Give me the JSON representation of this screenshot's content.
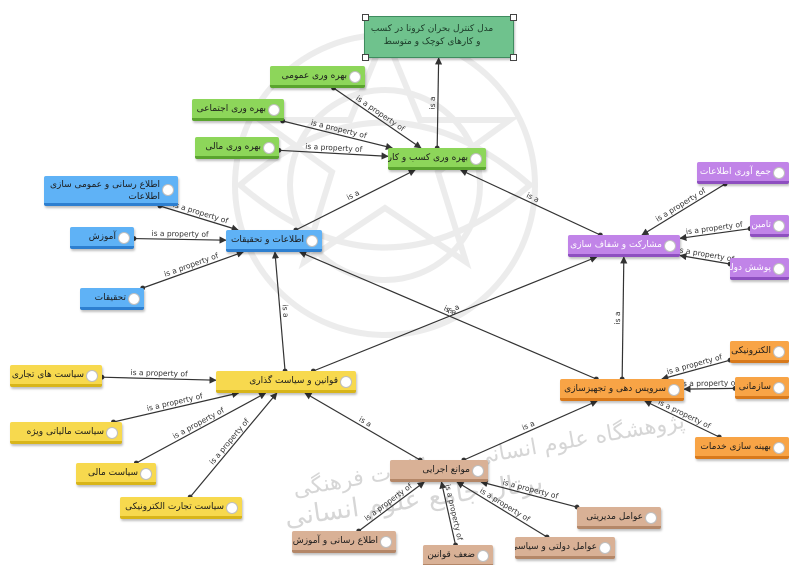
{
  "nodes": [
    {
      "id": "root",
      "label": "مدل کنترل بحران کرونا در کسب و کارهای کوچک و متوسط",
      "color": "top"
    },
    {
      "id": "bp",
      "label": "بهره وری کسب و کار",
      "color": "green"
    },
    {
      "id": "bp1",
      "label": "بهره وری عمومی",
      "color": "green"
    },
    {
      "id": "bp2",
      "label": "بهره وری اجتماعی",
      "color": "green"
    },
    {
      "id": "bp3",
      "label": "بهره وری مالی",
      "color": "green"
    },
    {
      "id": "info",
      "label": "اطلاعات و تحقیقات",
      "color": "blue"
    },
    {
      "id": "info1",
      "label": "اطلاع رسانی و عمومی سازی اطلاعات",
      "color": "blue"
    },
    {
      "id": "info2",
      "label": "آموزش",
      "color": "blue"
    },
    {
      "id": "info3",
      "label": "تحقیقات",
      "color": "blue"
    },
    {
      "id": "part",
      "label": "مشارکت و شفاف سازی",
      "color": "purple"
    },
    {
      "id": "part1",
      "label": "جمع آوری اطلاعات",
      "color": "purple"
    },
    {
      "id": "part2",
      "label": "تامین",
      "color": "purple"
    },
    {
      "id": "part3",
      "label": "پوشش دولتی",
      "color": "purple"
    },
    {
      "id": "policy",
      "label": "قوانین و سیاست گذاری",
      "color": "yellow"
    },
    {
      "id": "pol1",
      "label": "سیاست های تجاری",
      "color": "yellow"
    },
    {
      "id": "pol2",
      "label": "سیاست مالیاتی ویژه",
      "color": "yellow"
    },
    {
      "id": "pol3",
      "label": "سیاست مالی",
      "color": "yellow"
    },
    {
      "id": "pol4",
      "label": "سیاست تجارت الکترونیکی",
      "color": "yellow"
    },
    {
      "id": "serv",
      "label": "سرویس دهی و تجهیزسازی",
      "color": "orange"
    },
    {
      "id": "serv1",
      "label": "الکترونیکی",
      "color": "orange"
    },
    {
      "id": "serv2",
      "label": "سازمانی",
      "color": "orange"
    },
    {
      "id": "serv3",
      "label": "بهینه سازی خدمات",
      "color": "orange"
    },
    {
      "id": "obst",
      "label": "موانع اجرایی",
      "color": "brown"
    },
    {
      "id": "obs1",
      "label": "عوامل مدیریتی",
      "color": "brown"
    },
    {
      "id": "obs2",
      "label": "عوامل دولتی و سیاسی",
      "color": "brown"
    },
    {
      "id": "obs3",
      "label": "ضعف قوانین",
      "color": "brown"
    },
    {
      "id": "obs4",
      "label": "اطلاع رسانی و آموزش",
      "color": "brown"
    }
  ],
  "edges": [
    {
      "from": "bp",
      "to": "root",
      "label": "is a"
    },
    {
      "from": "bp1",
      "to": "bp",
      "label": "is a property of"
    },
    {
      "from": "bp2",
      "to": "bp",
      "label": "is a property of"
    },
    {
      "from": "bp3",
      "to": "bp",
      "label": "is a property of"
    },
    {
      "from": "info",
      "to": "bp",
      "label": "is a"
    },
    {
      "from": "part",
      "to": "bp",
      "label": "is a"
    },
    {
      "from": "info1",
      "to": "info",
      "label": "is a property of"
    },
    {
      "from": "info2",
      "to": "info",
      "label": "is a property of"
    },
    {
      "from": "info3",
      "to": "info",
      "label": "is a property of"
    },
    {
      "from": "part1",
      "to": "part",
      "label": "is a property of"
    },
    {
      "from": "part2",
      "to": "part",
      "label": "is a property of"
    },
    {
      "from": "part3",
      "to": "part",
      "label": "is a property of"
    },
    {
      "from": "policy",
      "to": "info",
      "label": "is a"
    },
    {
      "from": "policy",
      "to": "part",
      "label": "is a"
    },
    {
      "from": "serv",
      "to": "info",
      "label": "is a"
    },
    {
      "from": "serv",
      "to": "part",
      "label": "is a"
    },
    {
      "from": "pol1",
      "to": "policy",
      "label": "is a property of"
    },
    {
      "from": "pol2",
      "to": "policy",
      "label": "is a property of"
    },
    {
      "from": "pol3",
      "to": "policy",
      "label": "is a property of"
    },
    {
      "from": "pol4",
      "to": "policy",
      "label": "is a property of"
    },
    {
      "from": "serv1",
      "to": "serv",
      "label": "is a property of"
    },
    {
      "from": "serv2",
      "to": "serv",
      "label": "is a property of"
    },
    {
      "from": "serv3",
      "to": "serv",
      "label": "is a property of"
    },
    {
      "from": "obst",
      "to": "policy",
      "label": "is a"
    },
    {
      "from": "obst",
      "to": "serv",
      "label": "is a"
    },
    {
      "from": "obs1",
      "to": "obst",
      "label": "is a property of"
    },
    {
      "from": "obs2",
      "to": "obst",
      "label": "is a property of"
    },
    {
      "from": "obs3",
      "to": "obst",
      "label": "is a property of"
    },
    {
      "from": "obs4",
      "to": "obst",
      "label": "is a property of"
    }
  ],
  "watermark": {
    "lines": [
      "پرتال جامع علوم انسانی",
      "پژوهشگاه علوم انسانی و مطالعات فرهنگی"
    ],
    "color": "#cfcfcf"
  },
  "colors": {
    "green": "#8dd65a",
    "blue": "#5fb2f6",
    "purple": "#c184e8",
    "yellow": "#f7d94e",
    "orange": "#f8a446",
    "brown": "#d9b196",
    "top": "#6fc28d",
    "edge": "#333333"
  },
  "icons": {
    "node_marker": "circle-icon",
    "selection": "resize-handle-icon"
  }
}
